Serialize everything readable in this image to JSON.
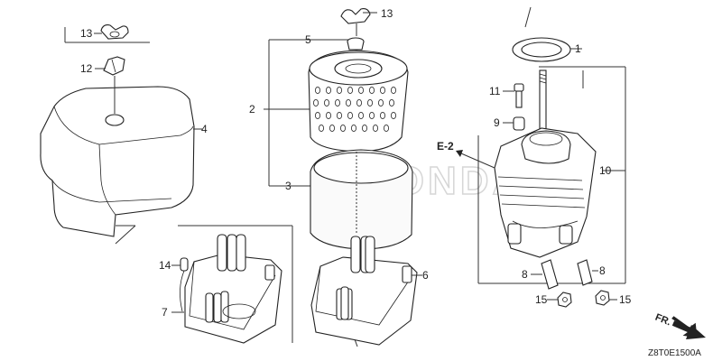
{
  "diagram": {
    "callouts": [
      {
        "id": "c1",
        "text": "1"
      },
      {
        "id": "c2",
        "text": "2"
      },
      {
        "id": "c3",
        "text": "3"
      },
      {
        "id": "c4",
        "text": "4"
      },
      {
        "id": "c5",
        "text": "5"
      },
      {
        "id": "c6",
        "text": "6"
      },
      {
        "id": "c7",
        "text": "7"
      },
      {
        "id": "c8a",
        "text": "8"
      },
      {
        "id": "c8b",
        "text": "8"
      },
      {
        "id": "c9",
        "text": "9"
      },
      {
        "id": "c10",
        "text": "10"
      },
      {
        "id": "c11",
        "text": "11"
      },
      {
        "id": "c12",
        "text": "12"
      },
      {
        "id": "c13a",
        "text": "13"
      },
      {
        "id": "c13b",
        "text": "13"
      },
      {
        "id": "c14",
        "text": "14"
      },
      {
        "id": "c15a",
        "text": "15"
      },
      {
        "id": "c15b",
        "text": "15"
      }
    ],
    "reference_label": "E-2",
    "direction_label": "FR.",
    "figure_code": "Z8T0E1500A",
    "watermark": "HONDA"
  }
}
